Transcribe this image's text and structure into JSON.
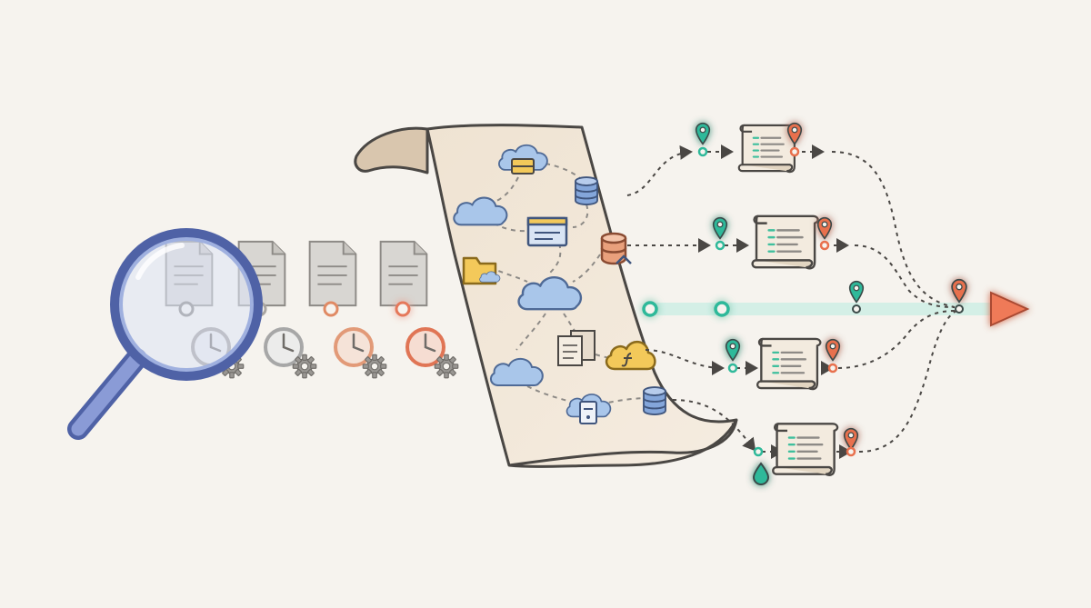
{
  "palette": {
    "background": "#f6f3ee",
    "ink": "#4a4744",
    "scroll_paper": "#f3e9dc",
    "scroll_shadow": "#d9c6ae",
    "lens": "#6b7fc4",
    "lens_fill": "#dfe6f6",
    "doc_gray": "#d8d6d2",
    "doc_tan": "#e7dccd",
    "clock_gray": "#a7a7a7",
    "clock_orange": "#e08a64",
    "teal": "#2fb99a",
    "teal_glow": "#7fe6cc",
    "orange": "#e8704d",
    "orange_glow": "#ffb49a",
    "cloud_blue": "#9fbfe6",
    "folder_yellow": "#f3c95a",
    "db_blue": "#7ea0d6",
    "db_orange": "#e9a07c"
  },
  "icons": {
    "magnifier": "magnifying-glass-icon",
    "document": "document-icon",
    "clock": "clock-icon",
    "gear": "gear-icon",
    "cloud": "cloud-icon",
    "database": "database-icon",
    "window": "browser-window-icon",
    "folder": "folder-icon",
    "function_cloud": "function-cloud-icon",
    "server_cloud": "server-cloud-icon",
    "log_scroll": "log-scroll-icon",
    "pin": "map-pin-icon",
    "arrow": "arrow-icon"
  },
  "diagram": {
    "pipeline_stages": 4,
    "cloud_services_on_scroll": 10,
    "output_log_branches": 4
  }
}
